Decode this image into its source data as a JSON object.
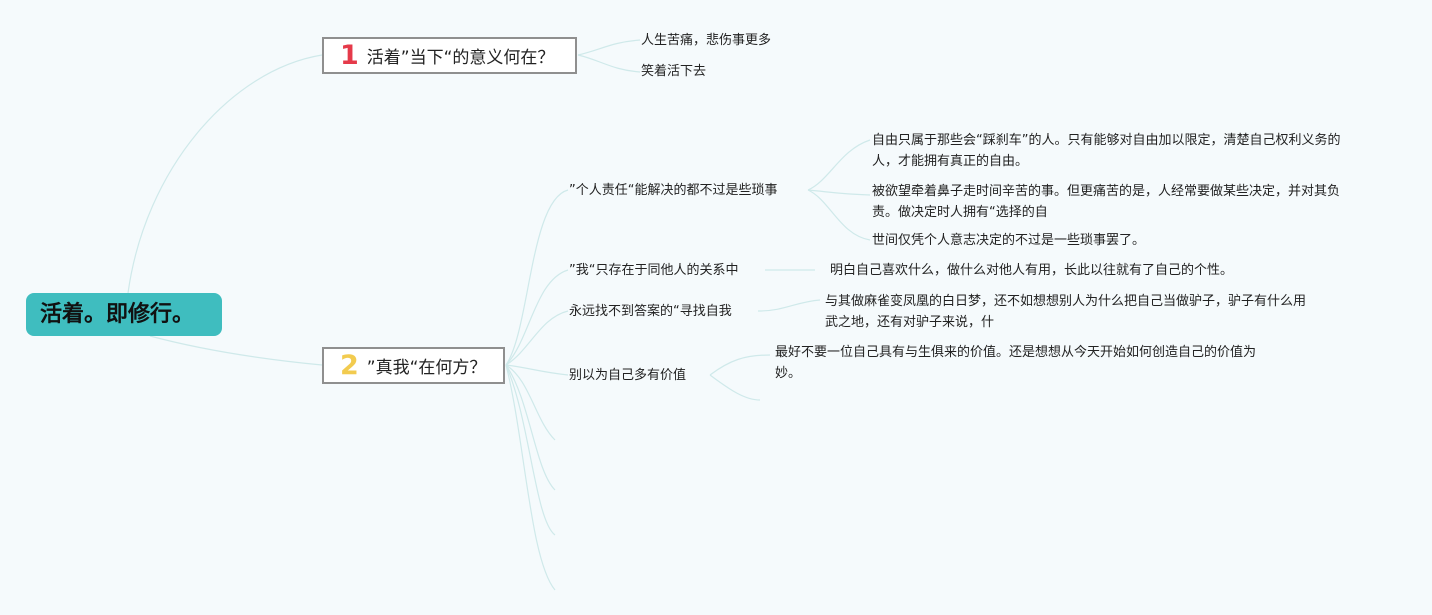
{
  "root": {
    "label": "活着。即修行。"
  },
  "topic1": {
    "number": "1",
    "label": "活着”当下“的意义何在？",
    "children": [
      "人生苦痛，悲伤事更多",
      "笑着活下去"
    ]
  },
  "topic2": {
    "number": "2",
    "label": "”真我“在何方？",
    "branches": [
      {
        "label": "”个人责任“能解决的都不过是些琐事",
        "details": [
          "自由只属于那些会“踩刹车”的人。只有能够对自由加以限定，清楚自己权利义务的人，才能拥有真正的自由。",
          "被欲望牵着鼻子走时间辛苦的事。但更痛苦的是，人经常要做某些决定，并对其负责。做决定时人拥有“选择的自",
          "世间仅凭个人意志决定的不过是一些琐事罢了。"
        ]
      },
      {
        "label": "”我“只存在于同他人的关系中",
        "details": [
          "明白自己喜欢什么，做什么对他人有用，长此以往就有了自己的个性。"
        ]
      },
      {
        "label": "永远找不到答案的“寻找自我",
        "details": [
          "与其做麻雀变凤凰的白日梦，还不如想想别人为什么把自己当做驴子，驴子有什么用武之地，还有对驴子来说，什"
        ]
      },
      {
        "label": "别以为自己多有价值",
        "details": [
          "最好不要一位自己具有与生俱来的价值。还是想想从今天开始如何创造自己的价值为妙。"
        ]
      }
    ]
  },
  "colors": {
    "background": "#f5fafc",
    "root_fill": "#3fbdbf",
    "connector": "#cfe9ea",
    "num1": "#e53a4a",
    "num2": "#f2cb4f"
  }
}
